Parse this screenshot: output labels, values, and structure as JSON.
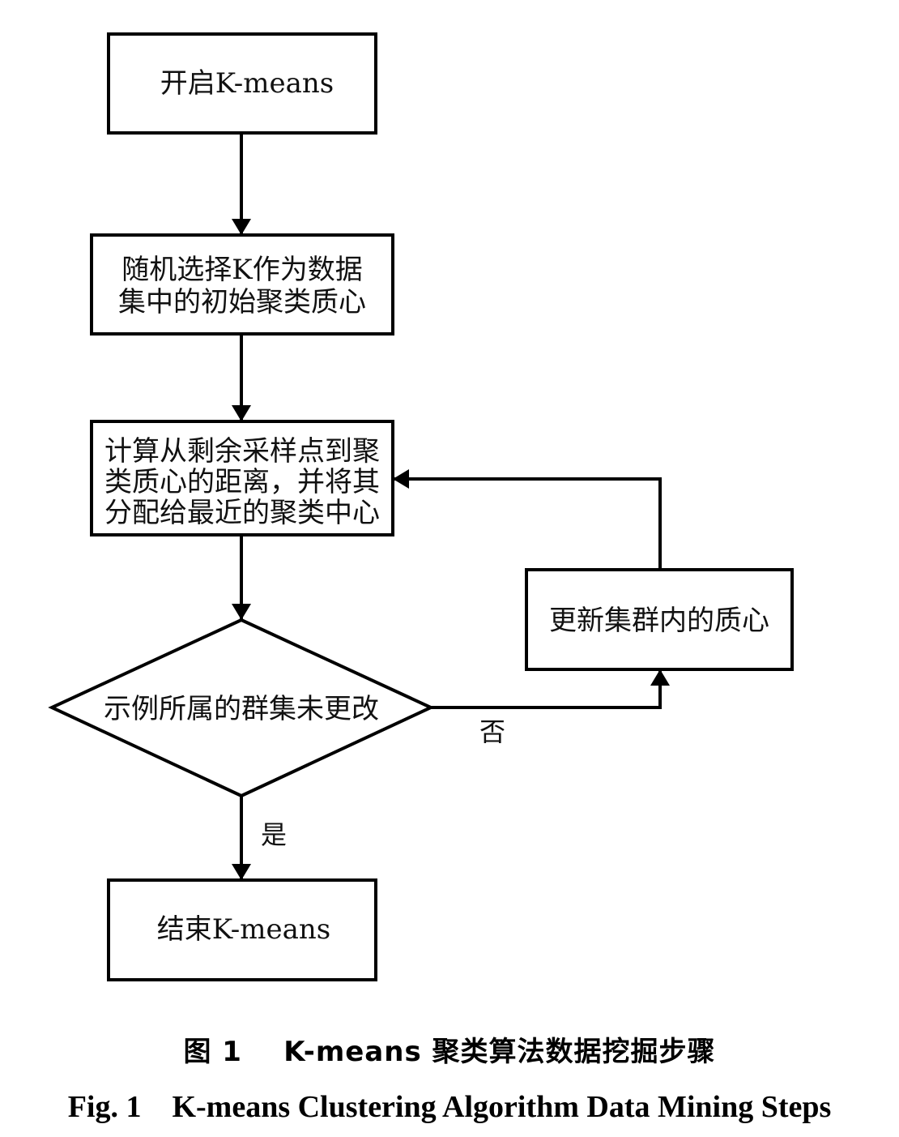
{
  "nodes": {
    "start": "开启K-means",
    "init_line1": "随机选择K作为数据",
    "init_line2": "集中的初始聚类质心",
    "assign_line1": "计算从剩余采样点到聚",
    "assign_line2": "类质心的距离，并将其",
    "assign_line3": "分配给最近的聚类中心",
    "decision": "示例所属的群集未更改",
    "update": "更新集群内的质心",
    "end": "结束K-means"
  },
  "edges": {
    "no_label": "否",
    "yes_label": "是"
  },
  "caption": {
    "cn": "图 1    K-means 聚类算法数据挖掘步骤",
    "en": "Fig. 1    K-means Clustering Algorithm Data Mining Steps"
  }
}
